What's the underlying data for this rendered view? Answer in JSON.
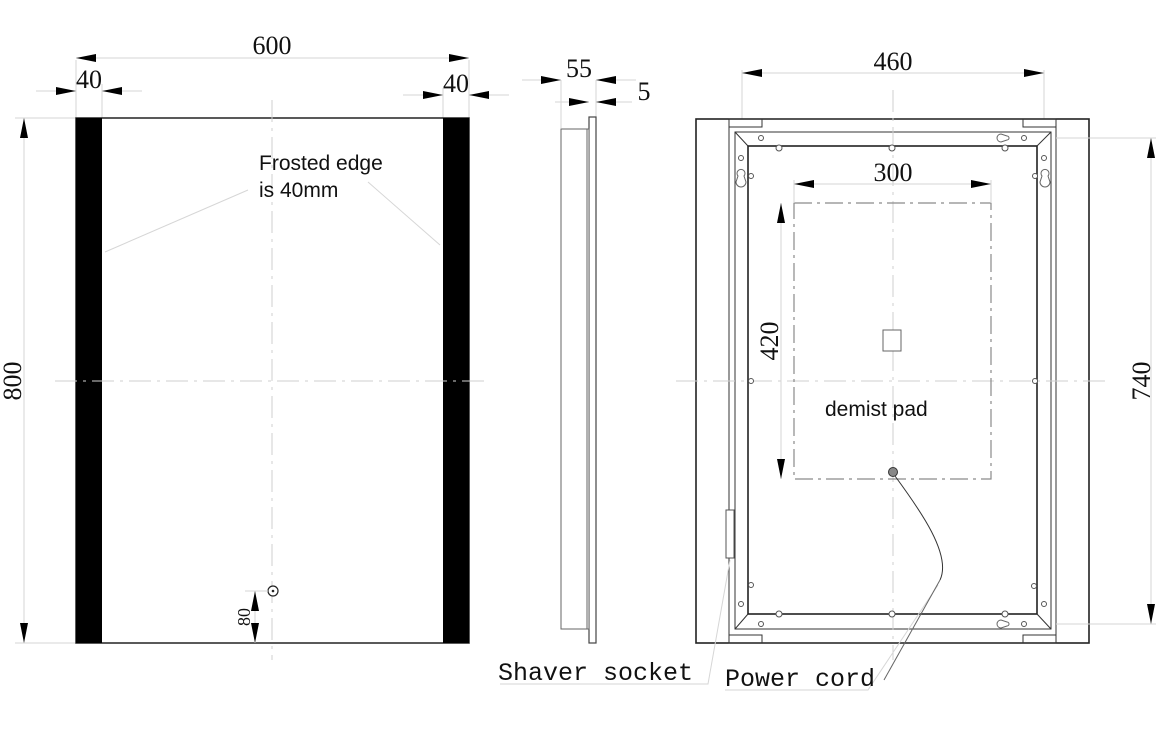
{
  "front_view": {
    "width_dim": "600",
    "left_edge_dim": "40",
    "right_edge_dim": "40",
    "height_dim": "800",
    "sensor_offset_dim": "80",
    "note_line1": "Frosted edge",
    "note_line2": "is 40mm"
  },
  "side_view": {
    "depth_dim": "55",
    "glass_dim": "5"
  },
  "rear_view": {
    "frame_width_dim": "460",
    "pad_width_dim": "300",
    "pad_height_dim": "420",
    "frame_height_dim": "740",
    "pad_label": "demist pad"
  },
  "callouts": {
    "shaver_socket": "Shaver socket",
    "power_cord": "Power cord"
  }
}
